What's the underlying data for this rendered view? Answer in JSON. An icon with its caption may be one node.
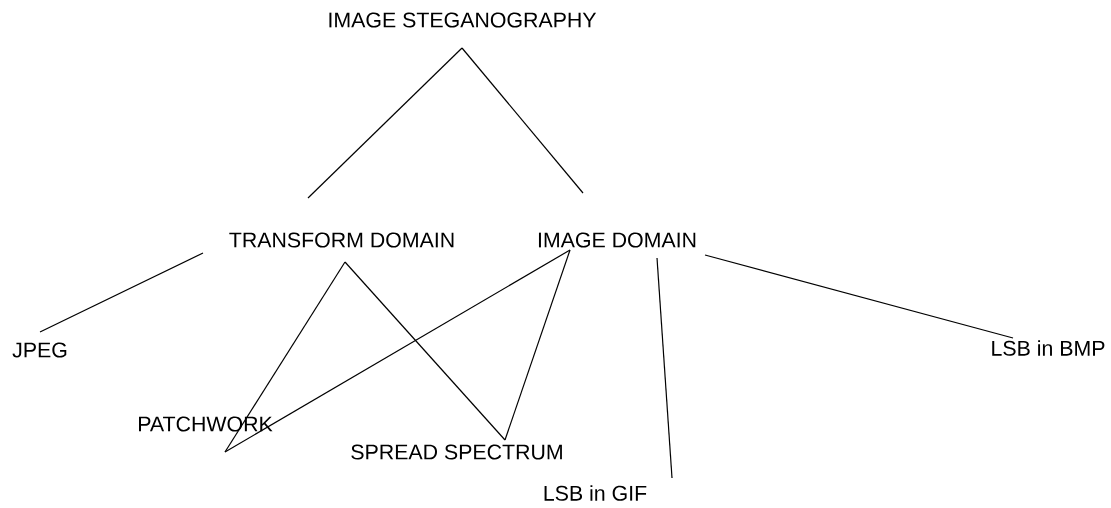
{
  "diagram": {
    "nodes": [
      {
        "text": [
          "IMAGE STEGANOGRAPHY"
        ]
      },
      {
        "text": [
          "TRANSFORM DOMAIN"
        ]
      },
      {
        "text": [
          "IMAGE DOMAIN"
        ]
      },
      {
        "text": [
          "JPEG"
        ]
      },
      {
        "text": [
          "PATCHWORK"
        ]
      },
      {
        "text": [
          "SPREAD SPECTRUM"
        ]
      },
      {
        "text": [
          "LSB in GIF"
        ]
      },
      {
        "text": [
          "LSB in BMP"
        ]
      }
    ],
    "edges": [
      {
        "from": 0,
        "to": 1,
        "arrow": "none"
      },
      {
        "from": 0,
        "to": 2,
        "arrow": "none"
      },
      {
        "from": 1,
        "to": 3,
        "arrow": "none"
      },
      {
        "from": 1,
        "to": 4,
        "arrow": "none"
      },
      {
        "from": 1,
        "to": 5,
        "arrow": "none"
      },
      {
        "from": 2,
        "to": 4,
        "arrow": "none"
      },
      {
        "from": 2,
        "to": 5,
        "arrow": "none"
      },
      {
        "from": 2,
        "to": 6,
        "arrow": "none"
      },
      {
        "from": 2,
        "to": 7,
        "arrow": "none"
      }
    ]
  }
}
